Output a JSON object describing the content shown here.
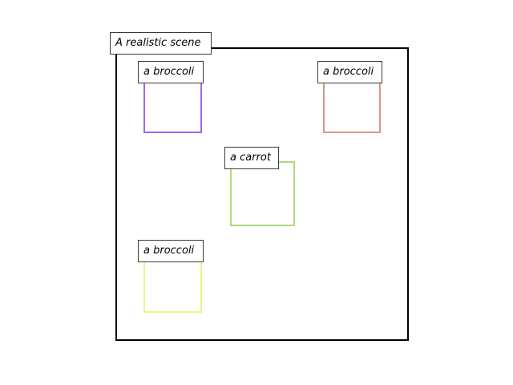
{
  "scene": {
    "title": "A realistic scene"
  },
  "objects": [
    {
      "label": "a broccoli",
      "color": "#a566f2"
    },
    {
      "label": "a broccoli",
      "color": "#d9968f"
    },
    {
      "label": "a carrot",
      "color": "#addb80"
    },
    {
      "label": "a broccoli",
      "color": "#ebf58a"
    }
  ]
}
